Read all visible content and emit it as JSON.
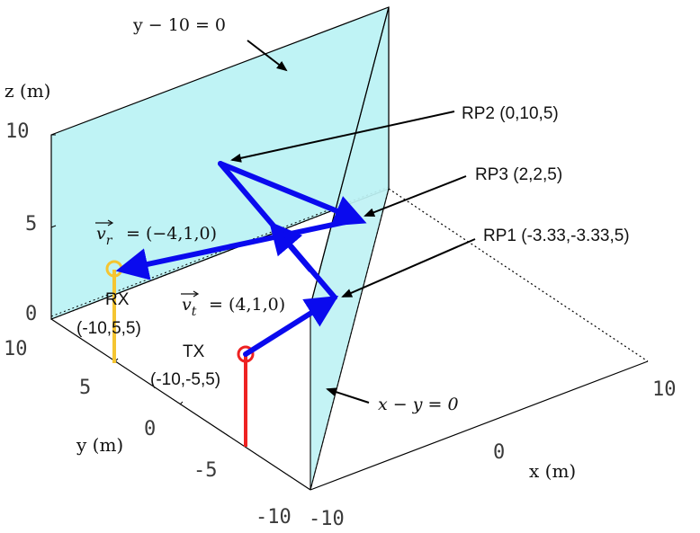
{
  "axes": {
    "z_label": "z (m)",
    "y_label": "y (m)",
    "x_label": "x (m)",
    "z_ticks": [
      "10",
      "5",
      "0"
    ],
    "y_ticks": [
      "10",
      "5",
      "0",
      "-5",
      "-10"
    ],
    "x_ticks": [
      "-10",
      "0",
      "10"
    ]
  },
  "planes": {
    "plane1_eq": "y − 10 = 0",
    "plane2_eq": "x − y = 0",
    "plane_color": "#bff3f5"
  },
  "points": {
    "rp1": "RP1 (-3.33,-3.33,5)",
    "rp2": "RP2 (0,10,5)",
    "rp3": "RP3 (2,2,5)",
    "tx_name": "TX",
    "tx_coords": "(-10,-5,5)",
    "rx_name": "RX",
    "rx_coords": "(-10,5,5)"
  },
  "vectors": {
    "vt_value": "= (4,1,0)",
    "vr_value": "= (−4,1,0)"
  },
  "colors": {
    "path": "#0a0aee",
    "tx": "#ee2222",
    "rx": "#f5c531"
  }
}
